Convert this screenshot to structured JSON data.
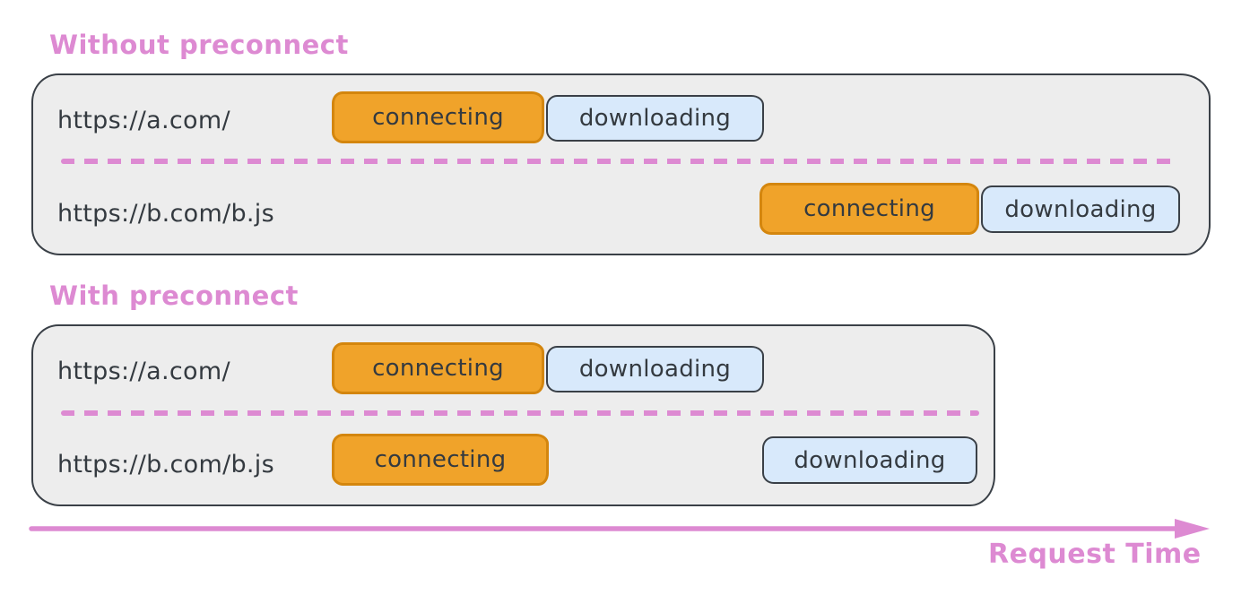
{
  "colors": {
    "pink": "#dd8ad2",
    "panel_background": "#ededed",
    "outline": "#3a4047",
    "connecting_fill": "#f0a32a",
    "connecting_border": "#d4860e",
    "downloading_fill": "#d8e9fb",
    "text": "#343a40"
  },
  "diagram": {
    "type": "timeline-comparison",
    "axis_label": "Request Time",
    "phases": [
      "connecting",
      "downloading"
    ],
    "panels": [
      {
        "title": "Without preconnect",
        "rows": [
          {
            "url": "https://a.com/",
            "bars": [
              {
                "phase": "connecting",
                "label": "connecting"
              },
              {
                "phase": "downloading",
                "label": "downloading"
              }
            ]
          },
          {
            "url": "https://b.com/b.js",
            "bars": [
              {
                "phase": "connecting",
                "label": "connecting"
              },
              {
                "phase": "downloading",
                "label": "downloading"
              }
            ]
          }
        ]
      },
      {
        "title": "With preconnect",
        "rows": [
          {
            "url": "https://a.com/",
            "bars": [
              {
                "phase": "connecting",
                "label": "connecting"
              },
              {
                "phase": "downloading",
                "label": "downloading"
              }
            ]
          },
          {
            "url": "https://b.com/b.js",
            "bars": [
              {
                "phase": "connecting",
                "label": "connecting"
              },
              {
                "phase": "downloading",
                "label": "downloading"
              }
            ]
          }
        ]
      }
    ]
  }
}
